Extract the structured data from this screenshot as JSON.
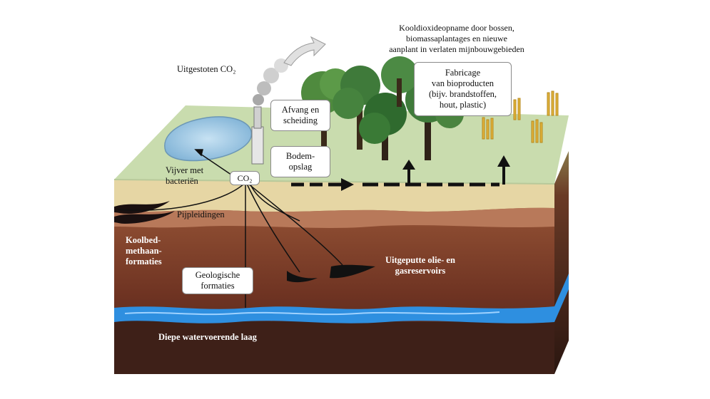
{
  "labels": {
    "emitted_co2": "Uitgestoten CO₂",
    "uptake": "Kooldioxideopname door bossen,\nbiomassaplantages en nieuwe\naanplant in verlaten mijnbouwgebieden",
    "capture": "Afvang en\nscheiding",
    "soil_storage": "Bodem-\nopslag",
    "bioproducts": "Fabricage\nvan bioproducten\n(bijv. brandstoffen,\nhout, plastic)",
    "pond": "Vijver met\nbacteriën",
    "co2_badge": "CO₂",
    "pipelines": "Pijpleidingen",
    "coalbed": "Koolbed-\nmethaan-\nformaties",
    "geological": "Geologische\nformaties",
    "depleted": "Uitgeputte olie- en\ngasreservoirs",
    "aquifer": "Diepe watervoerende laag"
  },
  "colors": {
    "grass_top": "#c9dcae",
    "sand": "#e6d6a4",
    "soil_upper": "#a86a4a",
    "soil_mid": "#7a3a26",
    "soil_deep": "#3e2018",
    "water": "#2e8fe0",
    "pond": "#a9cfe8",
    "tree_green": "#3f7a3a"
  }
}
